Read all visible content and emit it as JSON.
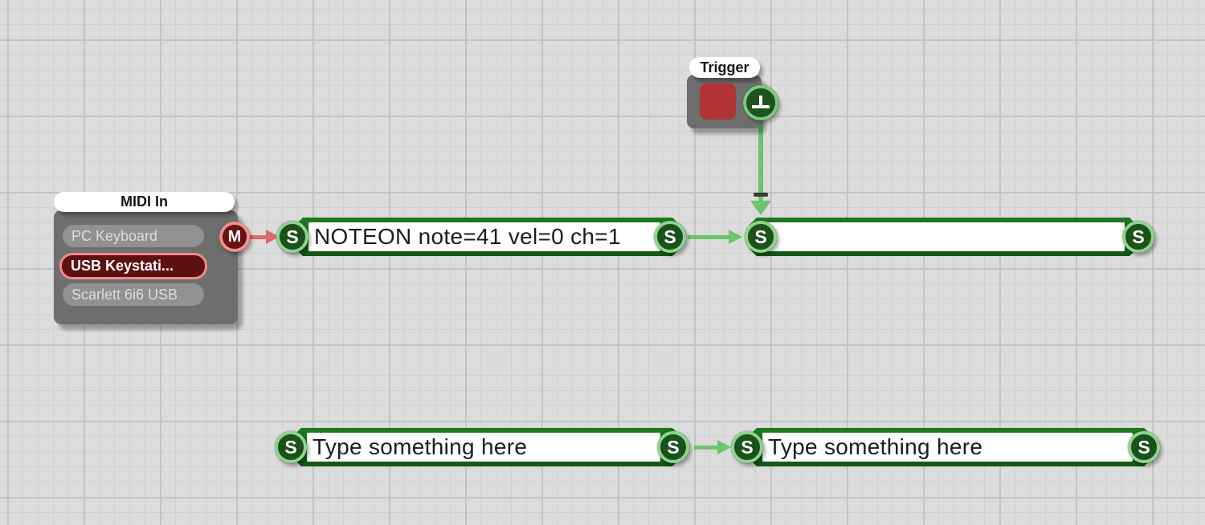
{
  "ports": {
    "s": "S",
    "m": "M"
  },
  "trigger_node": {
    "title": "Trigger"
  },
  "midi_in_node": {
    "title": "MIDI In",
    "devices": [
      {
        "label": "PC Keyboard",
        "selected": false
      },
      {
        "label": "USB Keystati...",
        "selected": true
      },
      {
        "label": "Scarlett 6i6 USB",
        "selected": false
      }
    ]
  },
  "string_modules": {
    "noteon": {
      "value": "NOTEON note=41 vel=0 ch=1"
    },
    "display": {
      "value": ""
    },
    "input_left": {
      "value": "Type something here"
    },
    "input_right": {
      "value": "Type something here"
    }
  },
  "colors": {
    "string_frame_green": "#176317",
    "port_green_ring": "#8ed38e",
    "port_green_fill": "#1b521b",
    "wire_green": "#6cc46c",
    "midi_port_ring": "#f09090",
    "midi_port_fill": "#671111",
    "wire_red": "#e06a6a",
    "trigger_button_red": "#b23333",
    "node_gray": "#6e6e6e",
    "selected_device_fill": "#5e0f0f",
    "selected_device_border": "#f08a8a",
    "grid_background": "#dcdcdc"
  }
}
